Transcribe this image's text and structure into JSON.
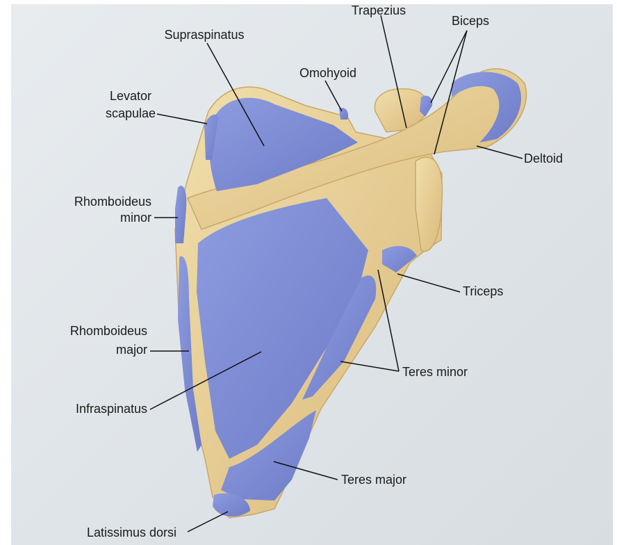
{
  "labels": {
    "supraspinatus": "Supraspinatus",
    "trapezius": "Trapezius",
    "biceps": "Biceps",
    "omohyoid": "Omohyoid",
    "levator_scapulae_1": "Levator",
    "levator_scapulae_2": "scapulae",
    "deltoid": "Deltoid",
    "rhomboideus_minor_1": "Rhomboideus",
    "rhomboideus_minor_2": "minor",
    "triceps": "Triceps",
    "rhomboideus_major_1": "Rhomboideus",
    "rhomboideus_major_2": "major",
    "teres_minor": "Teres minor",
    "infraspinatus": "Infraspinatus",
    "teres_major": "Teres major",
    "latissimus_dorsi": "Latissimus dorsi"
  },
  "colors": {
    "bone": "#e8cf96",
    "muscle": "#7f8fd6",
    "leader": "#111111"
  }
}
